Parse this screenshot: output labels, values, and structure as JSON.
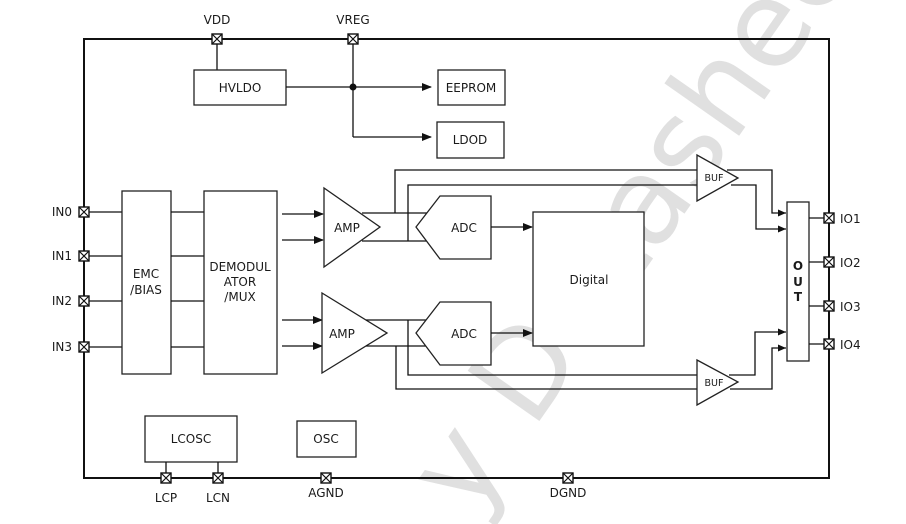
{
  "diagram": {
    "type": "block-diagram",
    "watermark": "y Datasheet",
    "top_pins": [
      "VDD",
      "VREG"
    ],
    "left_pins": [
      "IN0",
      "IN1",
      "IN2",
      "IN3"
    ],
    "right_pins": [
      "IO1",
      "IO2",
      "IO3",
      "IO4"
    ],
    "bottom_pins": [
      "LCP",
      "LCN",
      "AGND",
      "DGND"
    ],
    "blocks": {
      "hvldo": "HVLDO",
      "eeprom": "EEPROM",
      "ldod": "LDOD",
      "emc_line1": "EMC",
      "emc_line2": "/BIAS",
      "demod_line1": "DEMODUL",
      "demod_line2": "ATOR",
      "demod_line3": "/MUX",
      "amp1": "AMP",
      "amp2": "AMP",
      "adc1": "ADC",
      "adc2": "ADC",
      "digital": "Digital",
      "buf1": "BUF",
      "buf2": "BUF",
      "out_letters": [
        "O",
        "U",
        "T"
      ],
      "lcosc": "LCOSC",
      "osc": "OSC"
    },
    "edges": [
      {
        "from": "VDD",
        "to": "HVLDO"
      },
      {
        "from": "HVLDO",
        "to": "VREG"
      },
      {
        "from": "VREG",
        "to": "EEPROM"
      },
      {
        "from": "VREG",
        "to": "LDOD"
      },
      {
        "from": "IN0..IN3",
        "to": "EMC/BIAS"
      },
      {
        "from": "EMC/BIAS",
        "to": "DEMODULATOR/MUX"
      },
      {
        "from": "DEMODULATOR/MUX",
        "to": "AMP"
      },
      {
        "from": "AMP",
        "to": "ADC"
      },
      {
        "from": "ADC",
        "to": "Digital"
      },
      {
        "from": "AMP",
        "to": "BUF"
      },
      {
        "from": "BUF",
        "to": "OUT"
      },
      {
        "from": "OUT",
        "to": "IO1..IO4"
      },
      {
        "from": "LCOSC",
        "to": "LCP"
      },
      {
        "from": "LCOSC",
        "to": "LCN"
      }
    ]
  }
}
